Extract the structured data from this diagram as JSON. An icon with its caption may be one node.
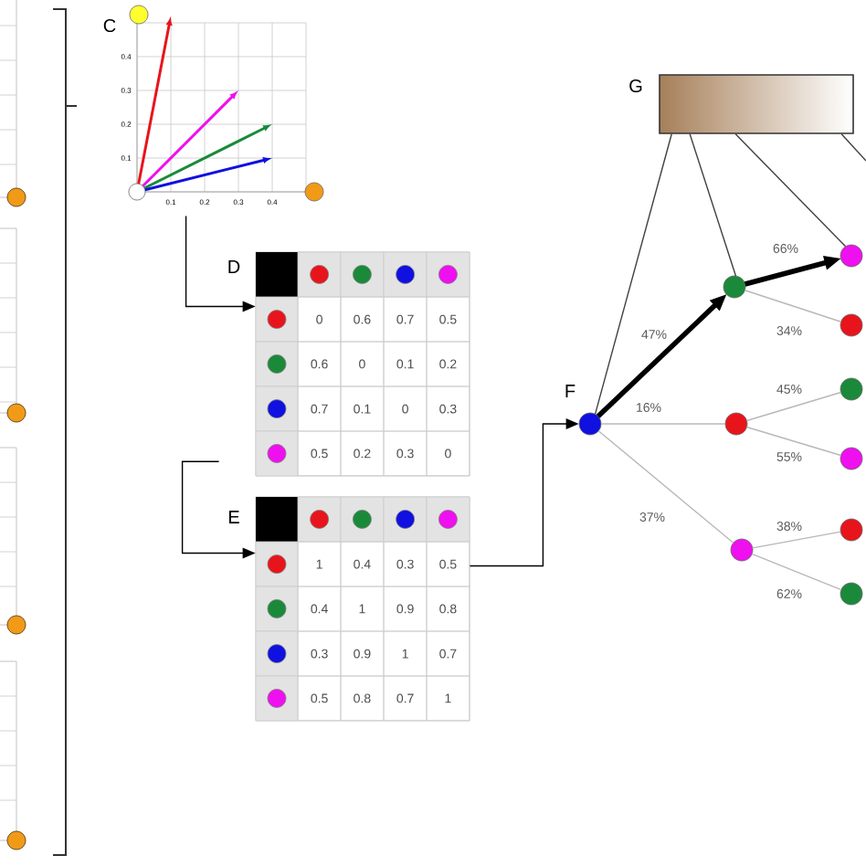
{
  "diagram": {
    "nodes": [
      {
        "text": [],
        "shape": "chart",
        "beside": [
          "C"
        ]
      },
      {
        "text": [],
        "shape": "table",
        "beside": [
          "D"
        ]
      },
      {
        "text": [],
        "shape": "table",
        "beside": [
          "E"
        ]
      },
      {
        "text": [],
        "shape": "circle",
        "beside": [
          "F"
        ]
      },
      {
        "text": [],
        "shape": "box",
        "beside": [
          "G"
        ]
      },
      {
        "text": [],
        "shape": "circle"
      },
      {
        "text": [],
        "shape": "circle"
      },
      {
        "text": [],
        "shape": "circle"
      },
      {
        "text": [],
        "shape": "circle"
      },
      {
        "text": [],
        "shape": "circle"
      },
      {
        "text": [],
        "shape": "circle"
      },
      {
        "text": [],
        "shape": "circle"
      },
      {
        "text": [],
        "shape": "circle"
      },
      {
        "text": [],
        "shape": "circle"
      }
    ],
    "edges": [
      {
        "from": 0,
        "to": 1,
        "arrow": "to",
        "color": "#000000"
      },
      {
        "from": 1,
        "to": 2,
        "arrow": "to",
        "color": "#000000"
      },
      {
        "from": 2,
        "to": 3,
        "arrow": "to",
        "color": "#000000"
      },
      {
        "from": 3,
        "to": 5,
        "arrow": "to",
        "label": "47%",
        "style": "thick",
        "color": "#000000"
      },
      {
        "from": 3,
        "to": 6,
        "arrow": "none",
        "label": "16%"
      },
      {
        "from": 3,
        "to": 7,
        "arrow": "none",
        "label": "37%"
      },
      {
        "from": 5,
        "to": 8,
        "arrow": "to",
        "label": "66%",
        "style": "thick",
        "color": "#000000"
      },
      {
        "from": 5,
        "to": 9,
        "arrow": "none",
        "label": "34%"
      },
      {
        "from": 6,
        "to": 10,
        "arrow": "none",
        "label": "45%"
      },
      {
        "from": 6,
        "to": 11,
        "arrow": "none",
        "label": "55%"
      },
      {
        "from": 7,
        "to": 12,
        "arrow": "none",
        "label": "38%"
      },
      {
        "from": 7,
        "to": 13,
        "arrow": "none",
        "label": "62%"
      },
      {
        "from": 4,
        "to": 3,
        "arrow": "none",
        "color": "#404040"
      },
      {
        "from": 4,
        "to": 5,
        "arrow": "none",
        "color": "#404040"
      },
      {
        "from": 4,
        "to": 8,
        "arrow": "none",
        "color": "#404040"
      },
      {
        "from": 4,
        "to": null,
        "arrow": "none",
        "color": "#404040"
      }
    ],
    "labels": [
      "0.4",
      "0.3",
      "0.2",
      "0.1",
      "0.1",
      "0.2",
      "0.3",
      "0.4",
      "0",
      "0.6",
      "0.7",
      "0.5",
      "0.6",
      "0",
      "0.1",
      "0.2",
      "0.7",
      "0.1",
      "0",
      "0.3",
      "0.5",
      "0.2",
      "0.3",
      "0",
      "1",
      "0.4",
      "0.3",
      "0.5",
      "0.4",
      "1",
      "0.9",
      "0.8",
      "0.3",
      "0.9",
      "1",
      "0.7",
      "0.5",
      "0.8",
      "0.7",
      "1"
    ]
  }
}
